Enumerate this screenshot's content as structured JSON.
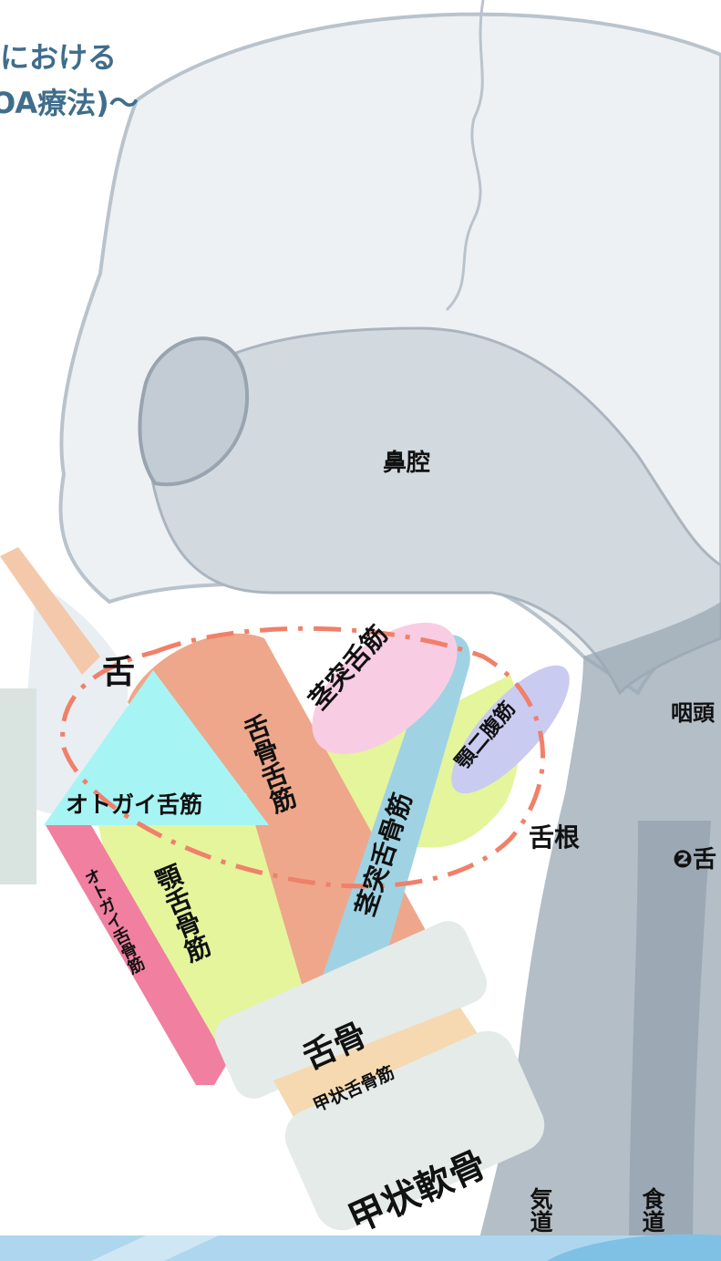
{
  "title": {
    "line1": "における",
    "line2": "OA療法)〜"
  },
  "labels": {
    "nasal_cavity": "鼻腔",
    "pharynx": "咽頭",
    "tongue": "舌",
    "tongue_root": "舌根",
    "genioglossus": "オトガイ舌筋",
    "geniohyoid": "オトガイ舌骨筋",
    "mylohyoid": "顎舌骨筋",
    "hyoglossus": "舌骨舌筋",
    "styloglossus": "茎突舌筋",
    "stylohyoid": "茎突舌骨筋",
    "digastric": "顎二腹筋",
    "hyoid": "舌骨",
    "thyrohyoid": "甲状舌骨筋",
    "thyroid_cartilage": "甲状軟骨",
    "trachea": "気道",
    "esophagus": "食道",
    "marker2": "❷舌"
  },
  "colors": {
    "skull": "#d7dde3",
    "skull_line": "#a9b4be",
    "tract": "#9aa8b4",
    "hyoglossus": "#eea78a",
    "genioglossus": "#a7f4f4",
    "mylohyoid": "#e4f59c",
    "styloglossus": "#f8cde4",
    "stylohyoid": "#9fd3e4",
    "digastric": "#c9cbf0",
    "geniohyoid": "#f07fa0",
    "hyoid": "#e4ebe8",
    "thyrohyoid": "#f6d9b0",
    "dash": "#f0806a",
    "title": "#3f6d8c",
    "stick": "#f4c8aa"
  }
}
